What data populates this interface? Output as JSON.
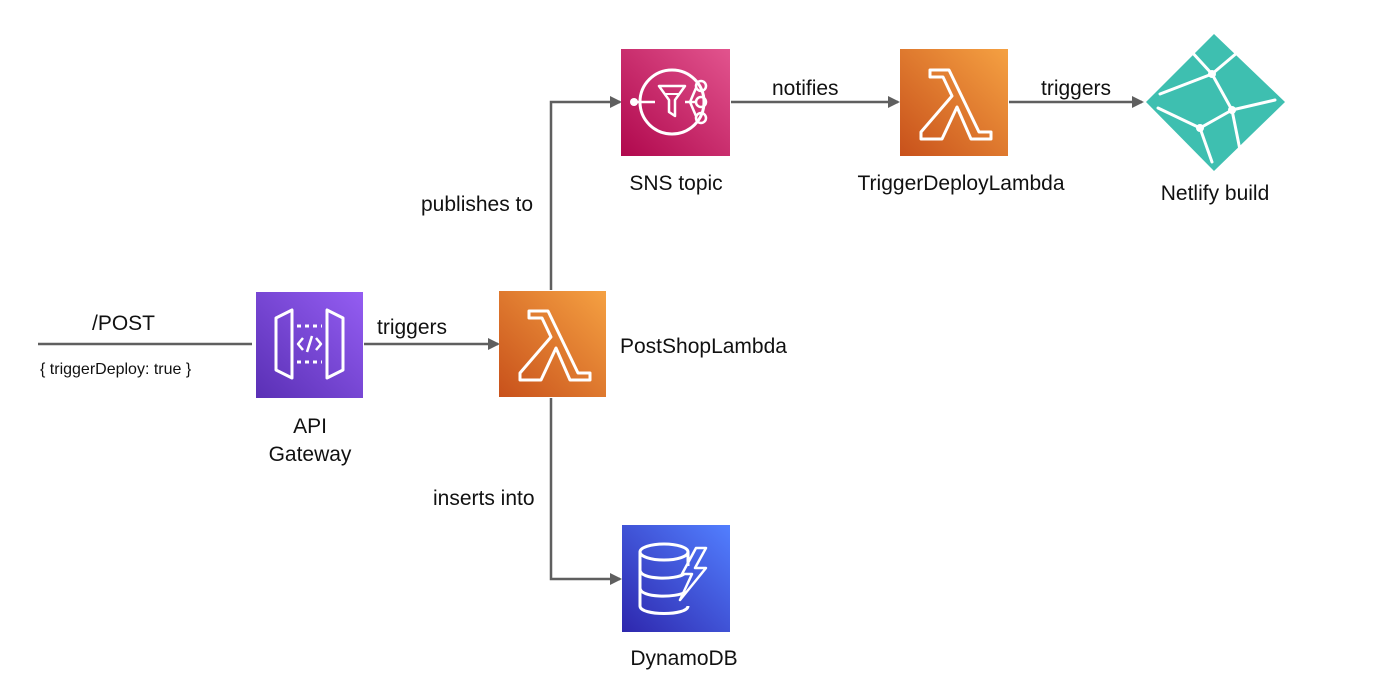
{
  "diagram": {
    "entry": {
      "method_label": "/POST",
      "payload_label": "{ triggerDeploy: true }"
    },
    "nodes": {
      "api_gateway": {
        "label": "API\nGateway",
        "icon": "api-gateway-icon",
        "color_from": "#5a30b5",
        "color_to": "#945df2"
      },
      "post_shop_lambda": {
        "label": "PostShopLambda",
        "icon": "lambda-icon",
        "color_from": "#c8511b",
        "color_to": "#f5a142"
      },
      "sns_topic": {
        "label": "SNS topic",
        "icon": "sns-icon",
        "color_from": "#b0084d",
        "color_to": "#e2548e"
      },
      "trigger_deploy_lambda": {
        "label": "TriggerDeployLambda",
        "icon": "lambda-icon",
        "color_from": "#c8511b",
        "color_to": "#f5a142"
      },
      "netlify_build": {
        "label": "Netlify build",
        "icon": "netlify-icon",
        "color": "#3ebfb0"
      },
      "dynamodb": {
        "label": "DynamoDB",
        "icon": "dynamodb-icon",
        "color_from": "#2e27ad",
        "color_to": "#527fff"
      }
    },
    "edges": {
      "apigw_to_lambda": "triggers",
      "lambda_to_sns": "publishes to",
      "lambda_to_dynamodb": "inserts into",
      "sns_to_trigger_lambda": "notifies",
      "trigger_lambda_to_netlify": "triggers"
    },
    "colors": {
      "connector": "#5f5f5f",
      "text": "#111111"
    }
  }
}
